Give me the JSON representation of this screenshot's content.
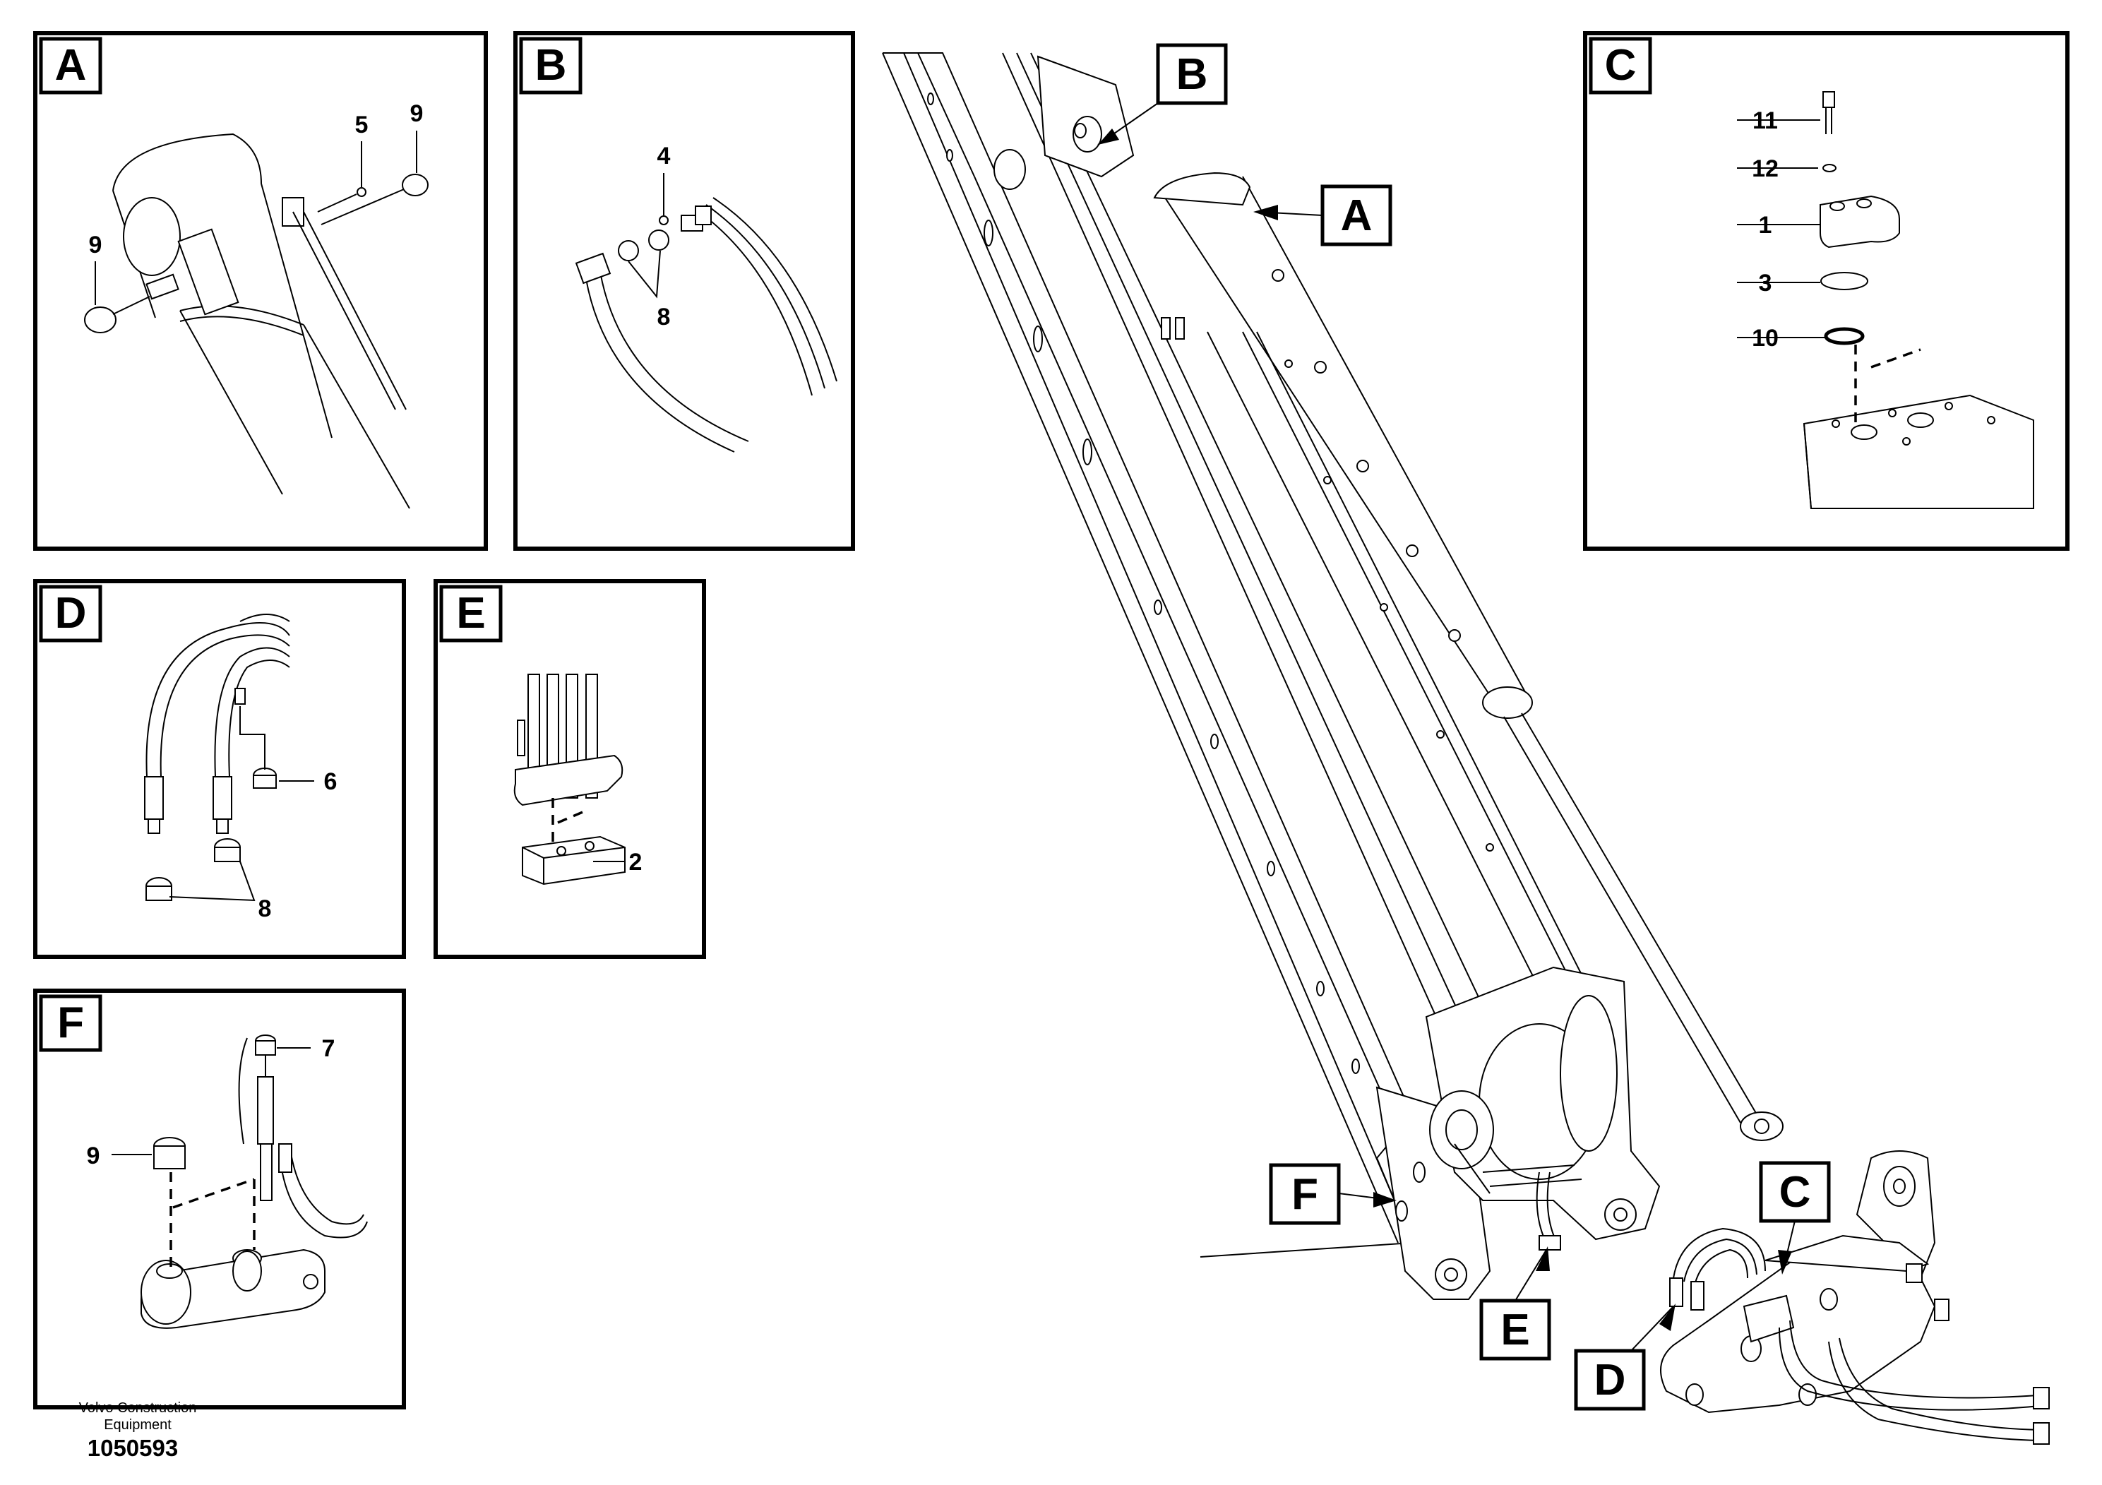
{
  "panels": {
    "A": {
      "letter": "A",
      "parts": [
        "5",
        "9",
        "9"
      ]
    },
    "B": {
      "letter": "B",
      "parts": [
        "4",
        "8"
      ]
    },
    "C": {
      "letter": "C",
      "parts": [
        "11",
        "12",
        "1",
        "3",
        "10"
      ]
    },
    "D": {
      "letter": "D",
      "parts": [
        "6",
        "8"
      ]
    },
    "E": {
      "letter": "E",
      "parts": [
        "2"
      ]
    },
    "F": {
      "letter": "F",
      "parts": [
        "7",
        "9"
      ]
    }
  },
  "callouts": [
    "B",
    "A",
    "F",
    "E",
    "C",
    "D"
  ],
  "footer": {
    "line1": "Volvo Construction",
    "line2": "Equipment",
    "number": "1050593"
  }
}
